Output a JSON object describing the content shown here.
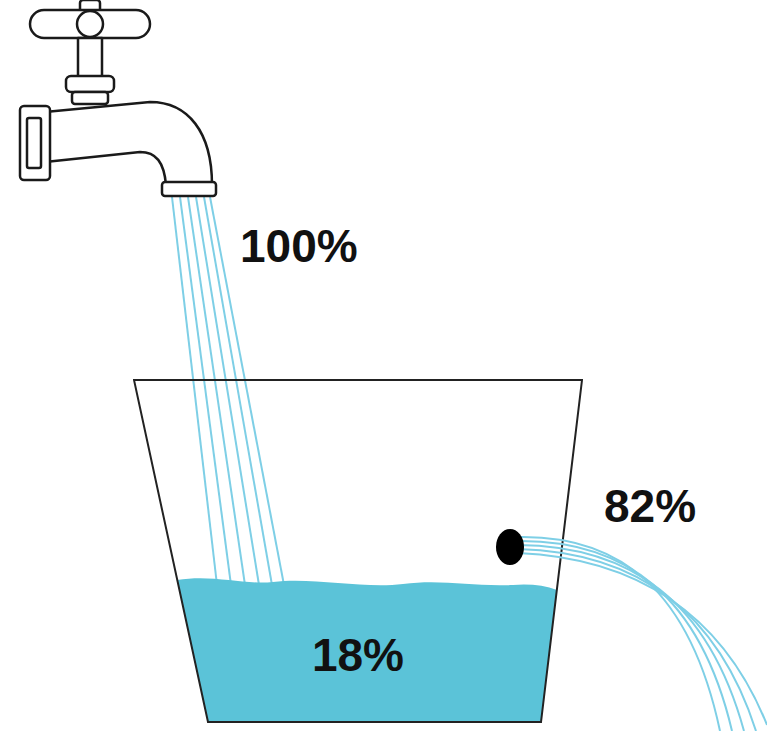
{
  "diagram": {
    "nodes": [
      {
        "text": [
          "18%"
        ]
      }
    ],
    "labels": [
      "100%",
      "82%"
    ]
  }
}
